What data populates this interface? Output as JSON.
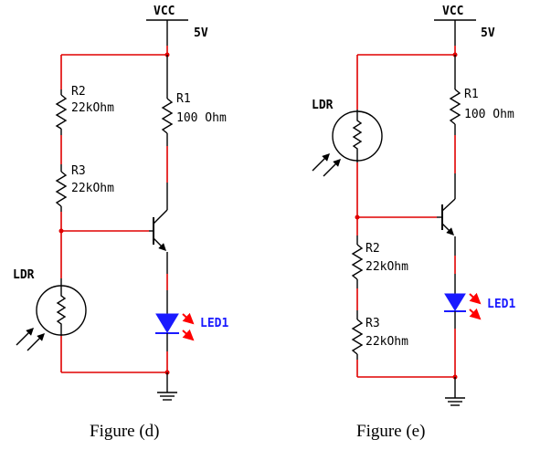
{
  "figure_d": {
    "vcc_label": "VCC",
    "vcc_value": "5V",
    "r2_name": "R2",
    "r2_value": "22kOhm",
    "r3_name": "R3",
    "r3_value": "22kOhm",
    "r1_name": "R1",
    "r1_value": "100 Ohm",
    "ldr_label": "LDR",
    "led_label": "LED1",
    "caption": "Figure (d)"
  },
  "figure_e": {
    "vcc_label": "VCC",
    "vcc_value": "5V",
    "ldr_label": "LDR",
    "r1_name": "R1",
    "r1_value": "100 Ohm",
    "r2_name": "R2",
    "r2_value": "22kOhm",
    "r3_name": "R3",
    "r3_value": "22kOhm",
    "led_label": "LED1",
    "caption": "Figure (e)"
  },
  "colors": {
    "wire": "#e00000",
    "component": "#000000",
    "led_fill": "#1a1aff",
    "arrow": "#ff0000"
  }
}
